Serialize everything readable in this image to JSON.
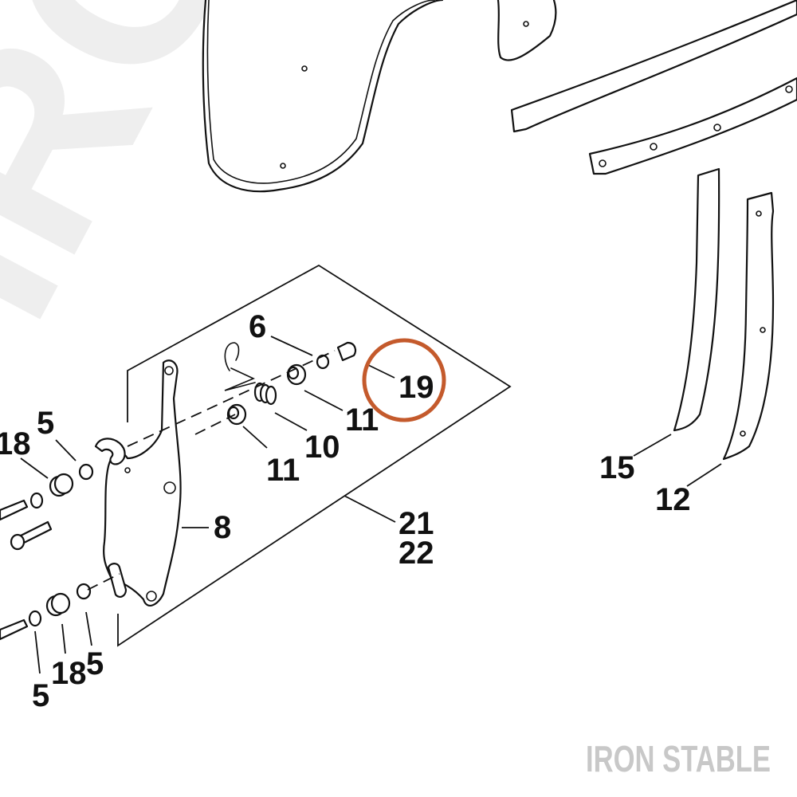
{
  "diagram": {
    "callouts": [
      {
        "id": "c6",
        "label": "6"
      },
      {
        "id": "c19",
        "label": "19",
        "highlighted": true
      },
      {
        "id": "c11a",
        "label": "11"
      },
      {
        "id": "c10",
        "label": "10"
      },
      {
        "id": "c11b",
        "label": "11"
      },
      {
        "id": "c5a",
        "label": "5"
      },
      {
        "id": "c18a",
        "label": "18"
      },
      {
        "id": "c8",
        "label": "8"
      },
      {
        "id": "c21",
        "label": "21"
      },
      {
        "id": "c22",
        "label": "22"
      },
      {
        "id": "c18b",
        "label": "18"
      },
      {
        "id": "c5b",
        "label": "5"
      },
      {
        "id": "c5c",
        "label": "5"
      },
      {
        "id": "c15",
        "label": "15"
      },
      {
        "id": "c12",
        "label": "12"
      }
    ],
    "highlight_color": "#c45a2c"
  },
  "watermark": {
    "text": "IRON"
  },
  "brand": {
    "text": "IRON STABLE"
  }
}
